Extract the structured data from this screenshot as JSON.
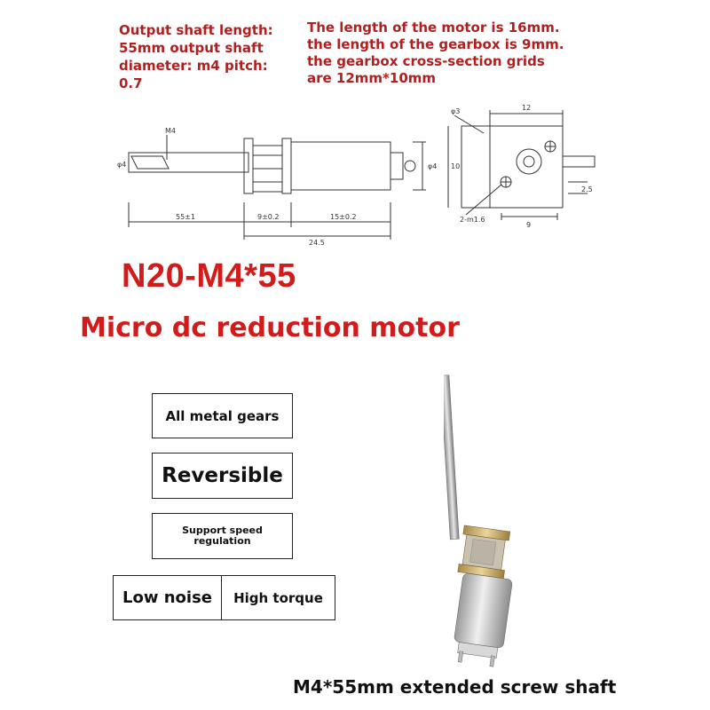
{
  "specs_left": {
    "line1": "Output shaft length:",
    "line2": "55mm output shaft",
    "line3": "diameter: m4 pitch:",
    "line4": "0.7"
  },
  "specs_right": {
    "line1": "The length of the motor is 16mm.",
    "line2": "the length of the gearbox is 9mm.",
    "line3": "the gearbox cross-section grids",
    "line4": "are 12mm*10mm"
  },
  "drawing": {
    "labels": {
      "m4": "M4",
      "d4_left": "φ4",
      "d4_right": "φ4",
      "d3": "φ3",
      "w12": "12",
      "h10": "10",
      "shaft": "55±1",
      "gearbox": "9±0.2",
      "motor": "15±0.2",
      "body": "24.5",
      "offset": "2.5",
      "holes": "2-m1.6",
      "w9": "9"
    }
  },
  "model": "N20-M4*55",
  "subtitle": "Micro dc reduction motor",
  "features": {
    "metal_gears": "All metal gears",
    "reversible": "Reversible",
    "speed": "Support speed regulation",
    "low_noise": "Low noise",
    "high_torque": "High torque"
  },
  "caption": "M4*55mm extended screw shaft",
  "colors": {
    "accent": "#d21b1b",
    "spec_text": "#b02020"
  }
}
